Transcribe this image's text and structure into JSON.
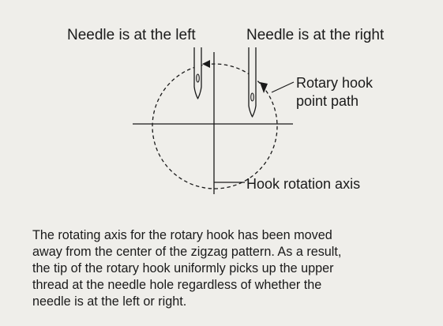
{
  "diagram": {
    "label_needle_left": "Needle is at the left",
    "label_needle_right": "Needle is at the right",
    "label_rotary_hook_line1": "Rotary hook",
    "label_rotary_hook_line2": "point path",
    "label_axis": "Hook rotation axis"
  },
  "caption": {
    "lines": [
      "The rotating axis for the rotary hook has been moved",
      "away from the center of the zigzag pattern. As a result,",
      "the tip of the rotary hook uniformly picks up the upper",
      "thread at the needle hole regardless of whether the",
      "needle is at the left or right."
    ]
  },
  "colors": {
    "panel_background": "#efeeea",
    "line": "#1a1a1a"
  }
}
